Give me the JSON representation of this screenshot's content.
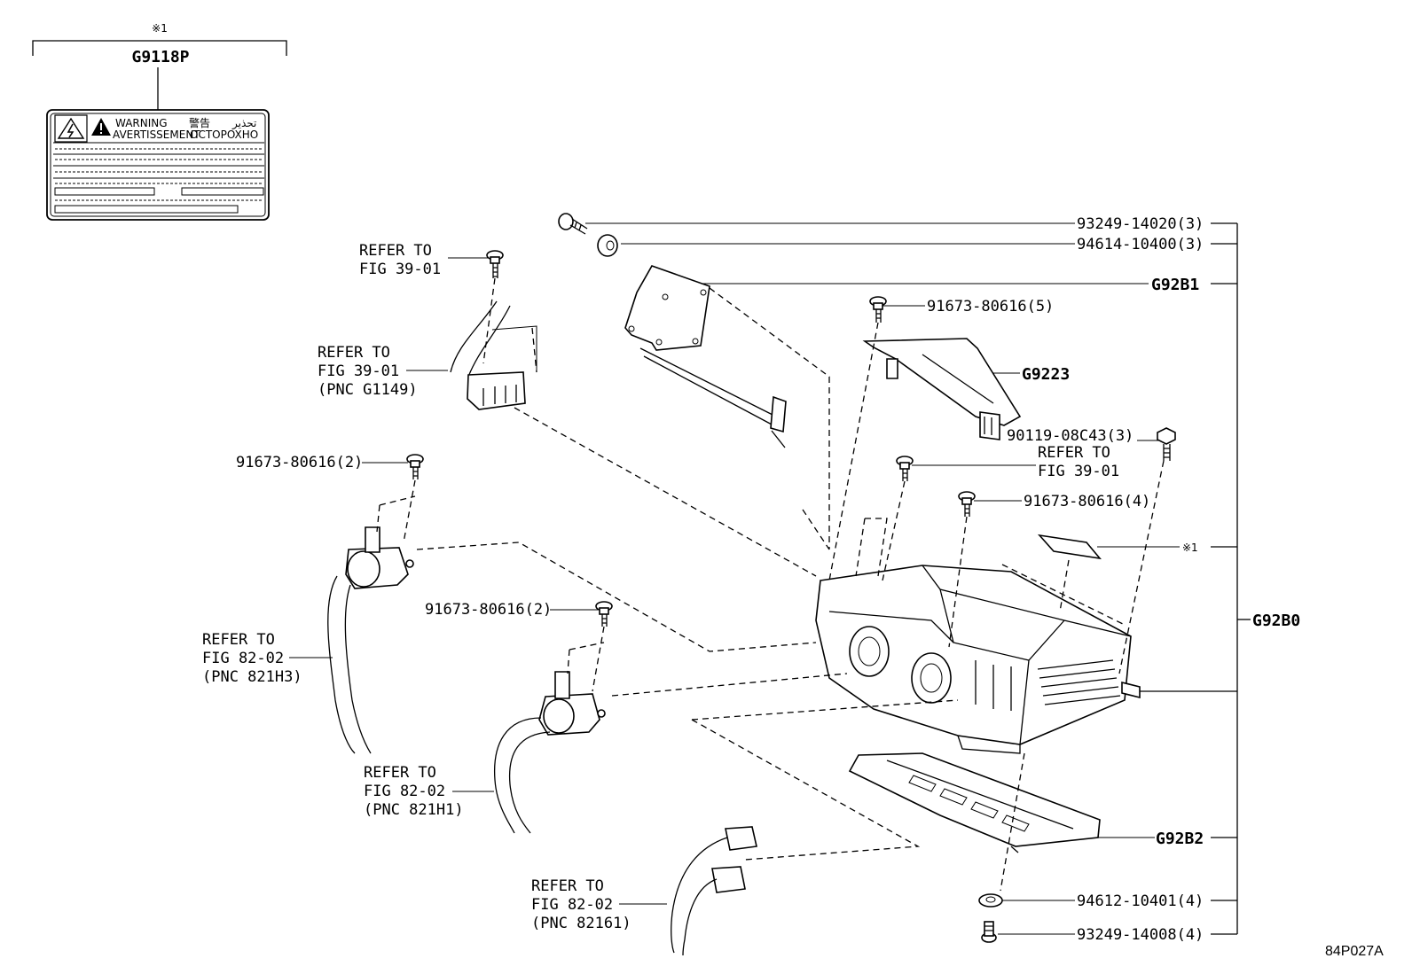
{
  "note_symbol": "※1",
  "label_part": "G9118P",
  "warning_label": {
    "warning": "WARNING",
    "avertissement": "AVERTISSEMENT",
    "jp": "警告",
    "ar": "تحذير",
    "ru": "OCTOPOXHO"
  },
  "refer_a": {
    "line1": "REFER TO",
    "line2": "FIG 39-01"
  },
  "refer_b": {
    "line1": "REFER TO",
    "line2": "FIG 39-01",
    "line3": "(PNC G1149)"
  },
  "refer_c": {
    "line1": "REFER TO",
    "line2": "FIG 82-02",
    "line3": "(PNC 821H3)"
  },
  "refer_d": {
    "line1": "REFER TO",
    "line2": "FIG 82-02",
    "line3": "(PNC 821H1)"
  },
  "refer_e": {
    "line1": "REFER TO",
    "line2": "FIG 82-02",
    "line3": "(PNC 82161)"
  },
  "refer_f": {
    "line1": "REFER TO",
    "line2": "FIG 39-01"
  },
  "parts": {
    "p93249_14020": "93249-14020(3)",
    "p94614_10400": "94614-10400(3)",
    "g92b1": "G92B1",
    "p91673_5": "91673-80616(5)",
    "g9223": "G9223",
    "p90119": "90119-08C43(3)",
    "p91673_4": "91673-80616(4)",
    "note1": "※1",
    "g92b0": "G92B0",
    "p91673_2a": "91673-80616(2)",
    "p91673_2b": "91673-80616(2)",
    "g92b2": "G92B2",
    "p94612": "94612-10401(4)",
    "p93249_14008": "93249-14008(4)"
  },
  "figure_code": "84P027A"
}
